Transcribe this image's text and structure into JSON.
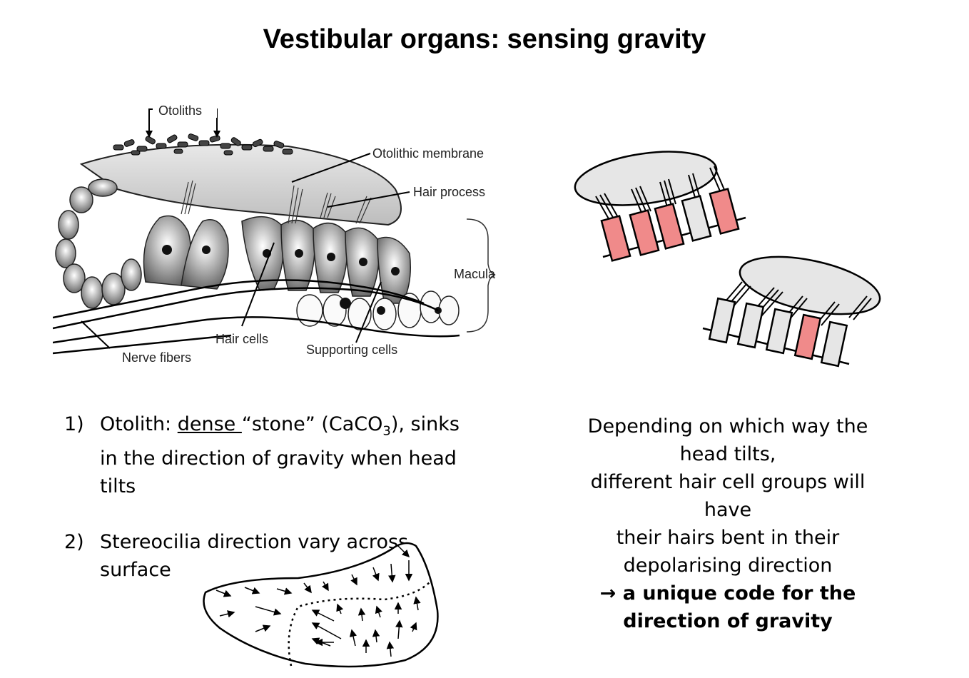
{
  "title": "Vestibular organs: sensing gravity",
  "diagram_labels": {
    "otoliths": "Otoliths",
    "otolithic_membrane": "Otolithic membrane",
    "hair_process": "Hair process",
    "macula": "Macula",
    "hair_cells": "Hair cells",
    "supporting_cells": "Supporting cells",
    "nerve_fibers": "Nerve fibers"
  },
  "points": [
    {
      "number": "1)",
      "prefix": "Otolith: ",
      "underlined": "dense ",
      "middle": "“stone” (CaCO",
      "subscript": "3",
      "suffix": "), sinks in the direction of gravity when head tilts"
    },
    {
      "number": "2)",
      "text": "Stereocilia direction vary across surface"
    }
  ],
  "explanation": {
    "lines": [
      "Depending on which way the",
      "head tilts,",
      "different hair cell groups will",
      "have",
      "their hairs bent in their",
      "depolarising direction"
    ],
    "conclusion_arrow": "→",
    "conclusion_1": " a unique code for the",
    "conclusion_2": "direction of gravity"
  },
  "colors": {
    "depolarised": "#f08a8a",
    "neutral": "#e6e6e6",
    "stroke": "#000000"
  }
}
